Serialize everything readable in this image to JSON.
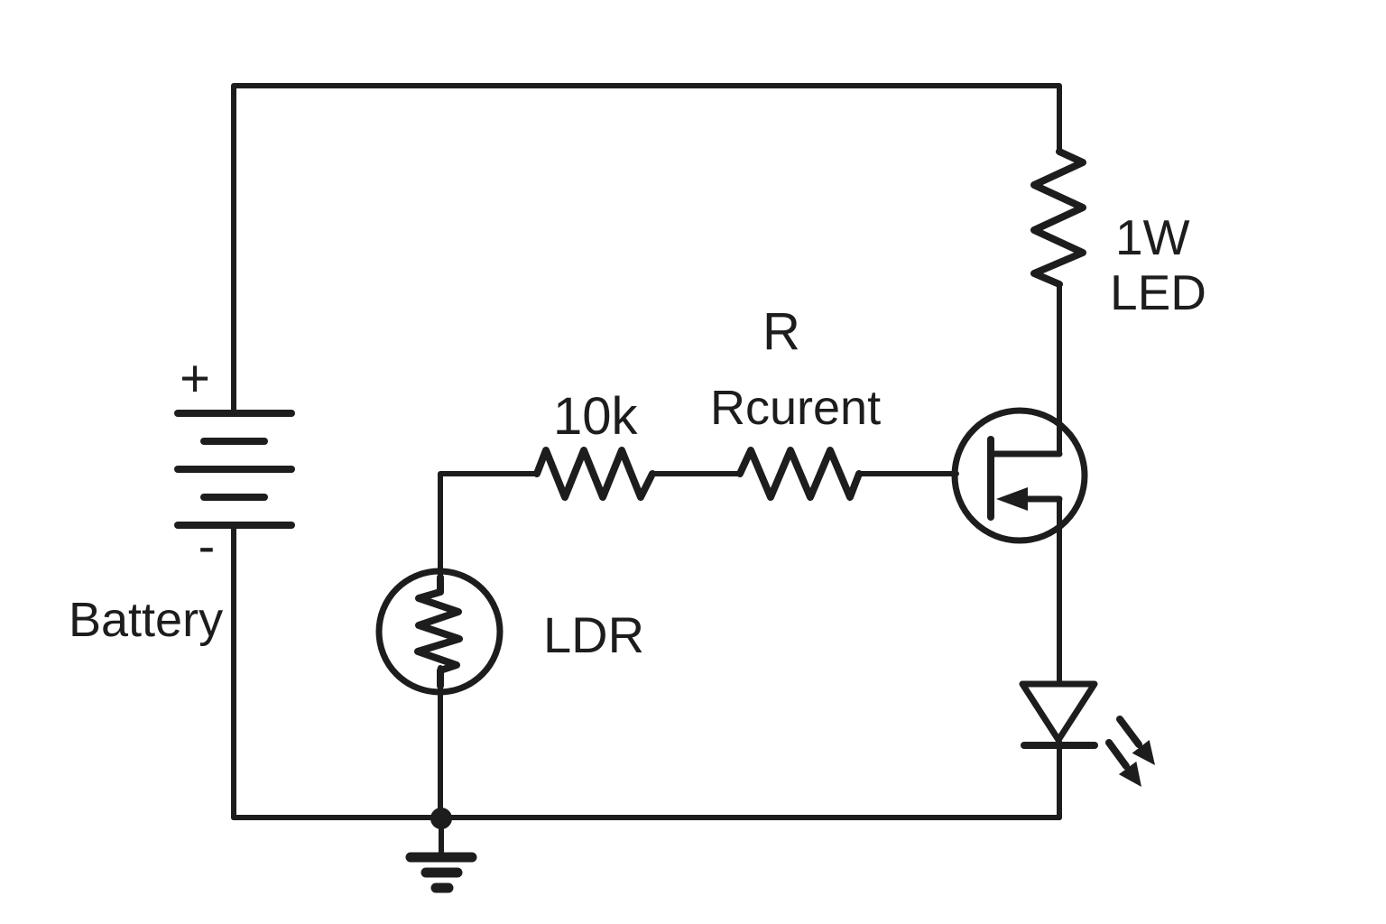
{
  "diagram": {
    "type": "circuit-schematic",
    "background_color": "#ffffff",
    "line_color": "#1d1d1d",
    "labels": {
      "battery_plus": "+",
      "battery_minus": "-",
      "battery": "Battery",
      "resistor1_value": "10k",
      "resistor2_designator": "R",
      "resistor2_name": "Rcurent",
      "led_resistor_rating": "1W",
      "led_resistor_name": "LED",
      "ldr": "LDR"
    },
    "symbols": [
      "battery-icon",
      "resistor-icon",
      "ldr-icon",
      "mosfet-icon",
      "led-icon",
      "light-arrows-icon",
      "ground-icon",
      "junction-dot"
    ]
  }
}
